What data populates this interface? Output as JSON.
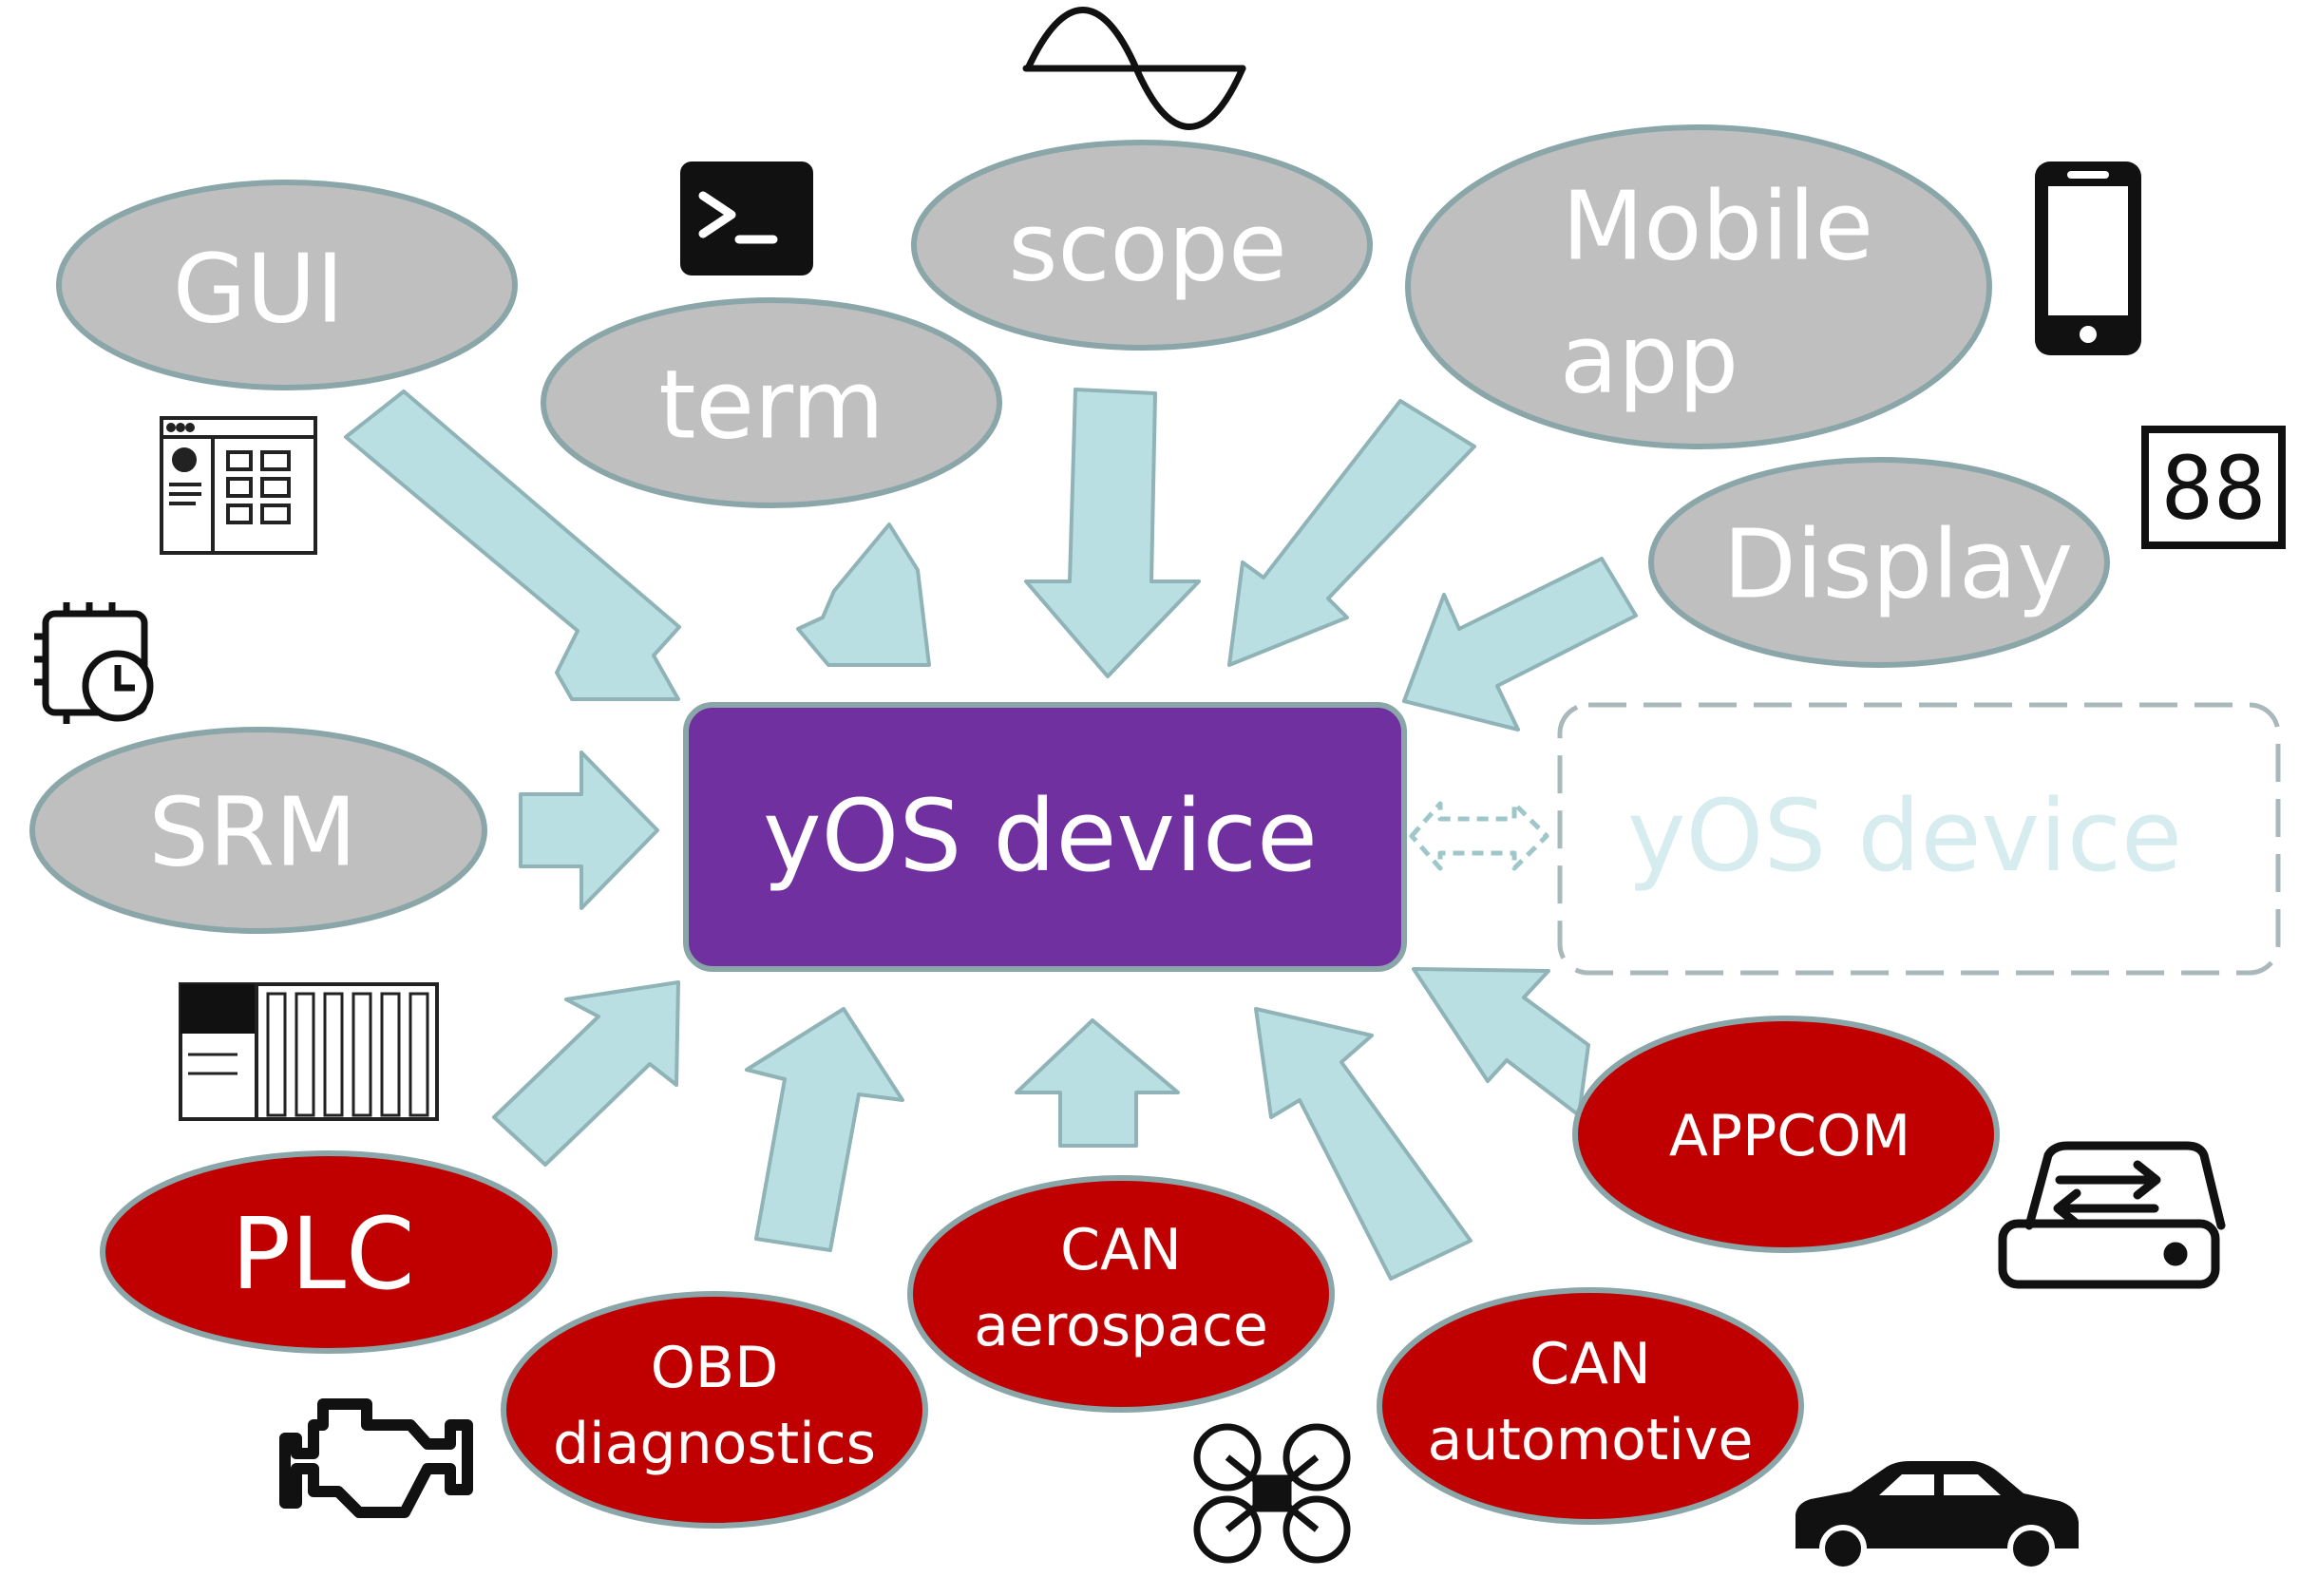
{
  "center": {
    "label": "yOS device"
  },
  "peer": {
    "label": "yOS device"
  },
  "top_nodes": {
    "gui": "GUI",
    "term": "term",
    "scope": "scope",
    "mobile_line1": "Mobile",
    "mobile_line2": "app",
    "display": "Display",
    "srm": "SRM"
  },
  "bottom_nodes": {
    "plc": "PLC",
    "obd_line1": "OBD",
    "obd_line2": "diagnostics",
    "can_aero_line1": "CAN",
    "can_aero_line2": "aerospace",
    "can_auto_line1": "CAN",
    "can_auto_line2": "automotive",
    "appcom": "APPCOM"
  },
  "icons": {
    "display_digits": "88"
  },
  "colors": {
    "center_fill": "#7030a0",
    "grey_node": "#bfbfbf",
    "red_node": "#c00000",
    "arrow": "#b9dfe2",
    "node_border": "#8aa6a8",
    "peer_text": "#d6ecee"
  }
}
